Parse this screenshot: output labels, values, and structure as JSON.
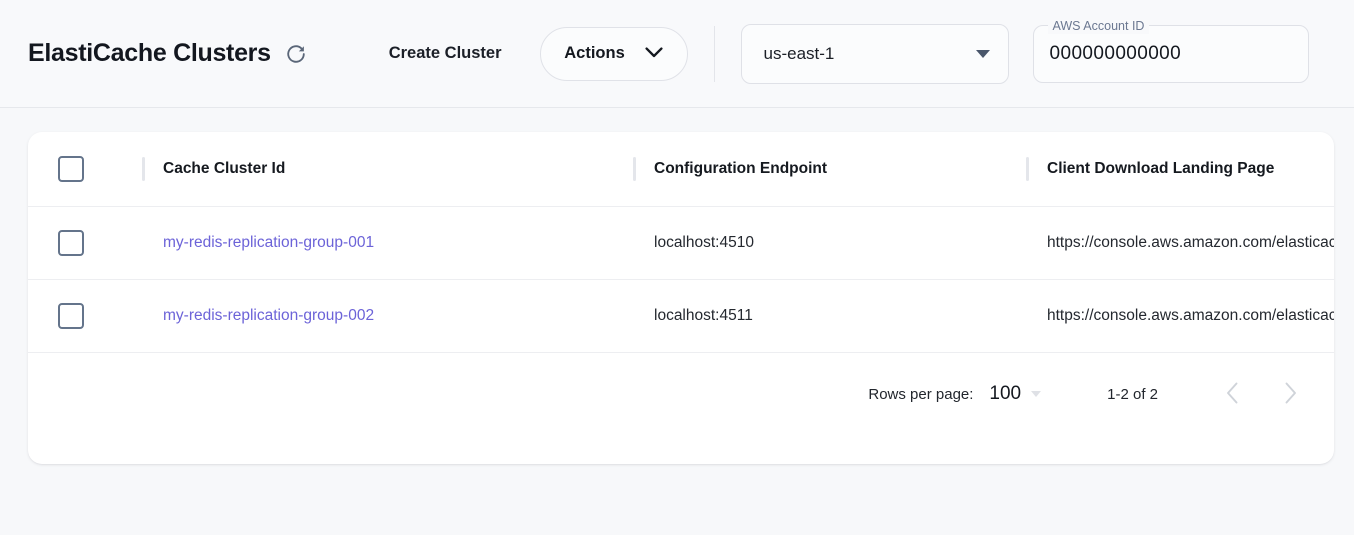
{
  "header": {
    "title": "ElastiCache Clusters",
    "refresh_icon": "refresh-icon",
    "create_cluster_label": "Create Cluster",
    "actions_label": "Actions",
    "actions_caret_icon": "chevron-down-icon",
    "region": {
      "value": "us-east-1",
      "caret_icon": "triangle-down-icon"
    },
    "account": {
      "label": "AWS Account ID",
      "value": "000000000000"
    }
  },
  "table": {
    "columns": [
      "Cache Cluster Id",
      "Configuration Endpoint",
      "Client Download Landing Page"
    ],
    "rows": [
      {
        "cluster_id": "my-redis-replication-group-001",
        "endpoint": "localhost:4510",
        "landing_page": "https://console.aws.amazon.com/elasticache/home"
      },
      {
        "cluster_id": "my-redis-replication-group-002",
        "endpoint": "localhost:4511",
        "landing_page": "https://console.aws.amazon.com/elasticache/home"
      }
    ]
  },
  "pagination": {
    "rows_per_page_label": "Rows per page:",
    "rows_per_page_value": "100",
    "range_label": "1-2 of 2",
    "prev_icon": "chevron-left-icon",
    "next_icon": "chevron-right-icon"
  },
  "colors": {
    "link": "#6c63d8",
    "page_bg": "#f7f8fa",
    "card_bg": "#ffffff"
  }
}
